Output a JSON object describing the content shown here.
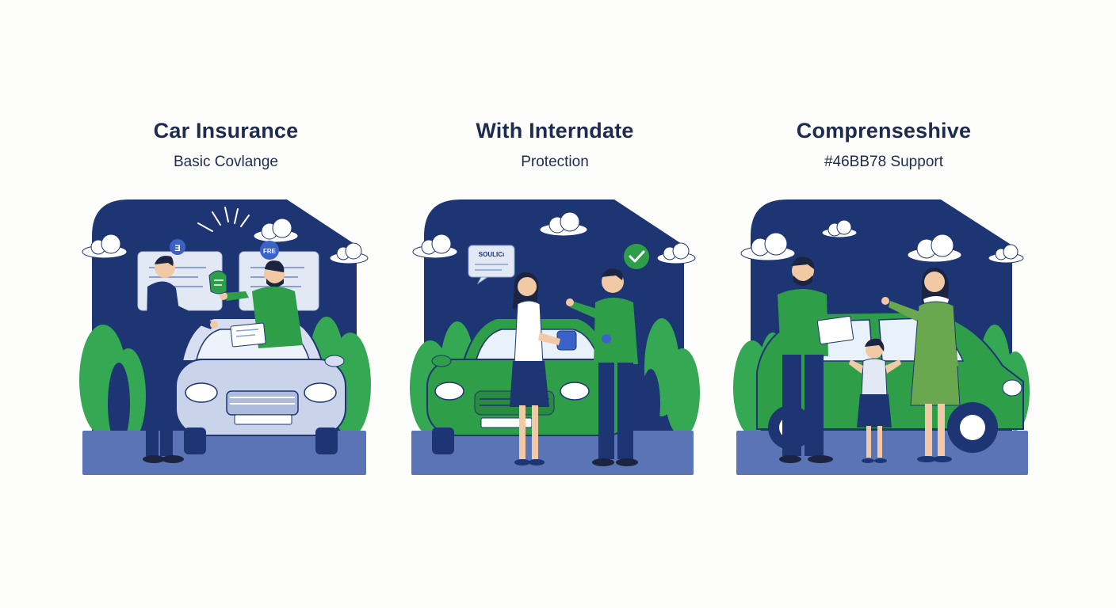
{
  "panels": [
    {
      "title": "Car Insurance",
      "subtitle": "Basic Covlange",
      "doc_icon_label": "Ǝ",
      "badge_label": "FRE"
    },
    {
      "title": "With Interndate",
      "subtitle": "Protection",
      "speech_label": "SOULICı"
    },
    {
      "title": "Comprenseshive",
      "subtitle": "#46BB78 Support"
    }
  ],
  "colors": {
    "navy": "#1e3574",
    "green": "#2f9e48",
    "ground": "#5b74b6",
    "leaf": "#34a853",
    "car_silver": "#c9d3ea",
    "text_dark": "#1d2b4f"
  }
}
